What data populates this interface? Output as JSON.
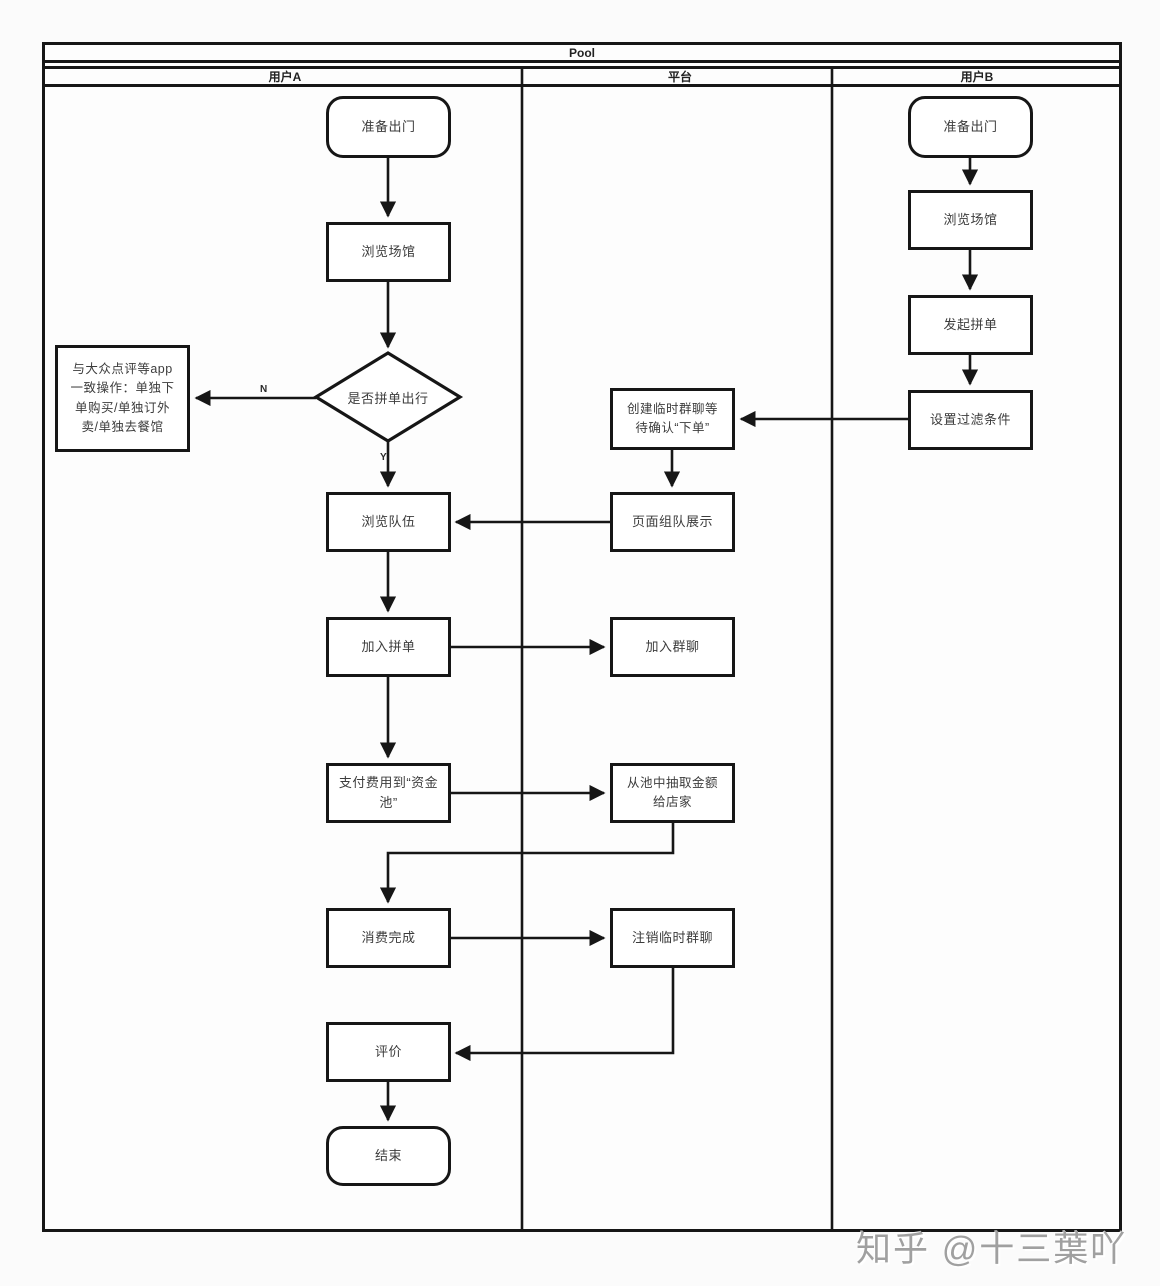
{
  "pool": {
    "title": "Pool",
    "lanes": [
      {
        "label": "用户A"
      },
      {
        "label": "平台"
      },
      {
        "label": "用户B"
      }
    ]
  },
  "nodes": {
    "a_start": "准备出门",
    "a_browse": "浏览场馆",
    "a_decision": "是否拼单出行",
    "a_alone": "与大众点评等app一致操作：单独下单购买/单独订外卖/单独去餐馆",
    "a_browse_team": "浏览队伍",
    "a_join": "加入拼单",
    "a_pay": "支付费用到“资金池”",
    "a_consume": "消费完成",
    "a_review": "评价",
    "a_end": "结束",
    "p_create_chat": "创建临时群聊等待确认“下单”",
    "p_team_display": "页面组队展示",
    "p_join_chat": "加入群聊",
    "p_withdraw": "从池中抽取金额给店家",
    "p_close_chat": "注销临时群聊",
    "b_start": "准备出门",
    "b_browse": "浏览场馆",
    "b_initiate": "发起拼单",
    "b_filter": "设置过滤条件"
  },
  "edge_labels": {
    "no": "N",
    "yes": "Y"
  },
  "watermark": {
    "text": "知乎 @十三葉吖"
  },
  "colors": {
    "line": "#161616",
    "node_fill": "#ffffff",
    "text": "#3c3c3c",
    "watermark": "#a0a0a0"
  }
}
